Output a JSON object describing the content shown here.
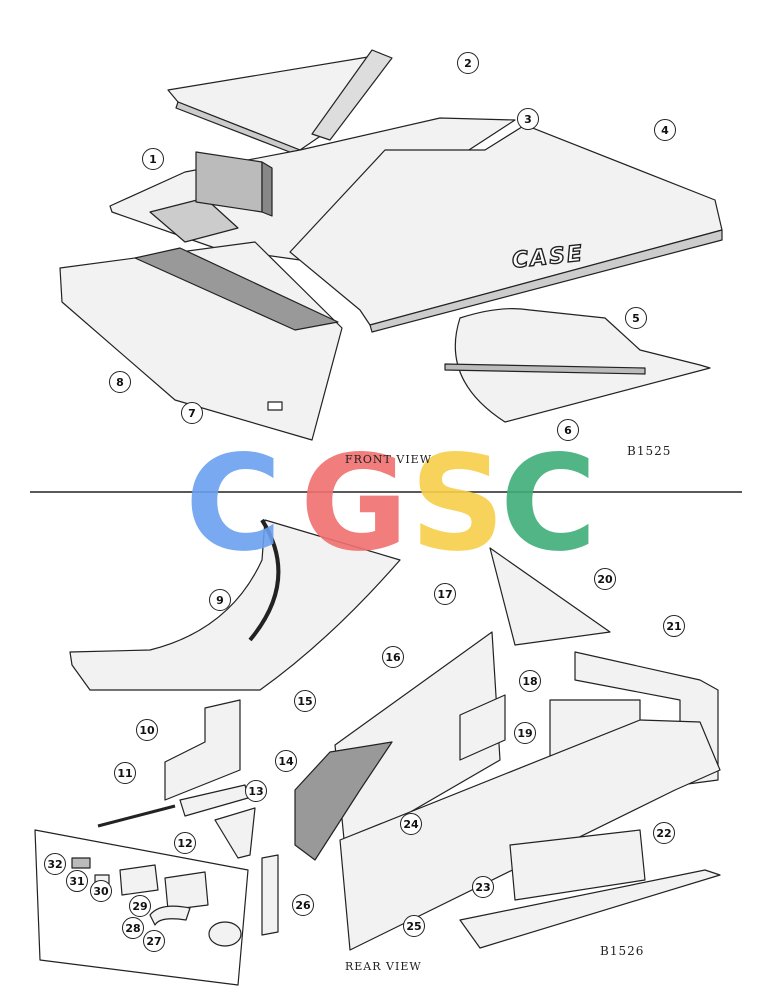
{
  "diagram": {
    "front_caption": "FRONT VIEW",
    "rear_caption": "REAR VIEW",
    "front_code": "B1525",
    "rear_code": "B1526",
    "brand_text": "CASE",
    "watermark": [
      "C",
      "G",
      "S",
      "C"
    ],
    "watermark_colors": [
      "#6aa0f0",
      "#f07070",
      "#f7cf4a",
      "#3fae7a"
    ],
    "callouts": [
      "1",
      "2",
      "3",
      "4",
      "5",
      "6",
      "7",
      "8",
      "9",
      "10",
      "11",
      "12",
      "13",
      "14",
      "15",
      "16",
      "17",
      "18",
      "19",
      "20",
      "21",
      "22",
      "23",
      "24",
      "25",
      "26",
      "27",
      "28",
      "29",
      "30",
      "31",
      "32"
    ]
  }
}
